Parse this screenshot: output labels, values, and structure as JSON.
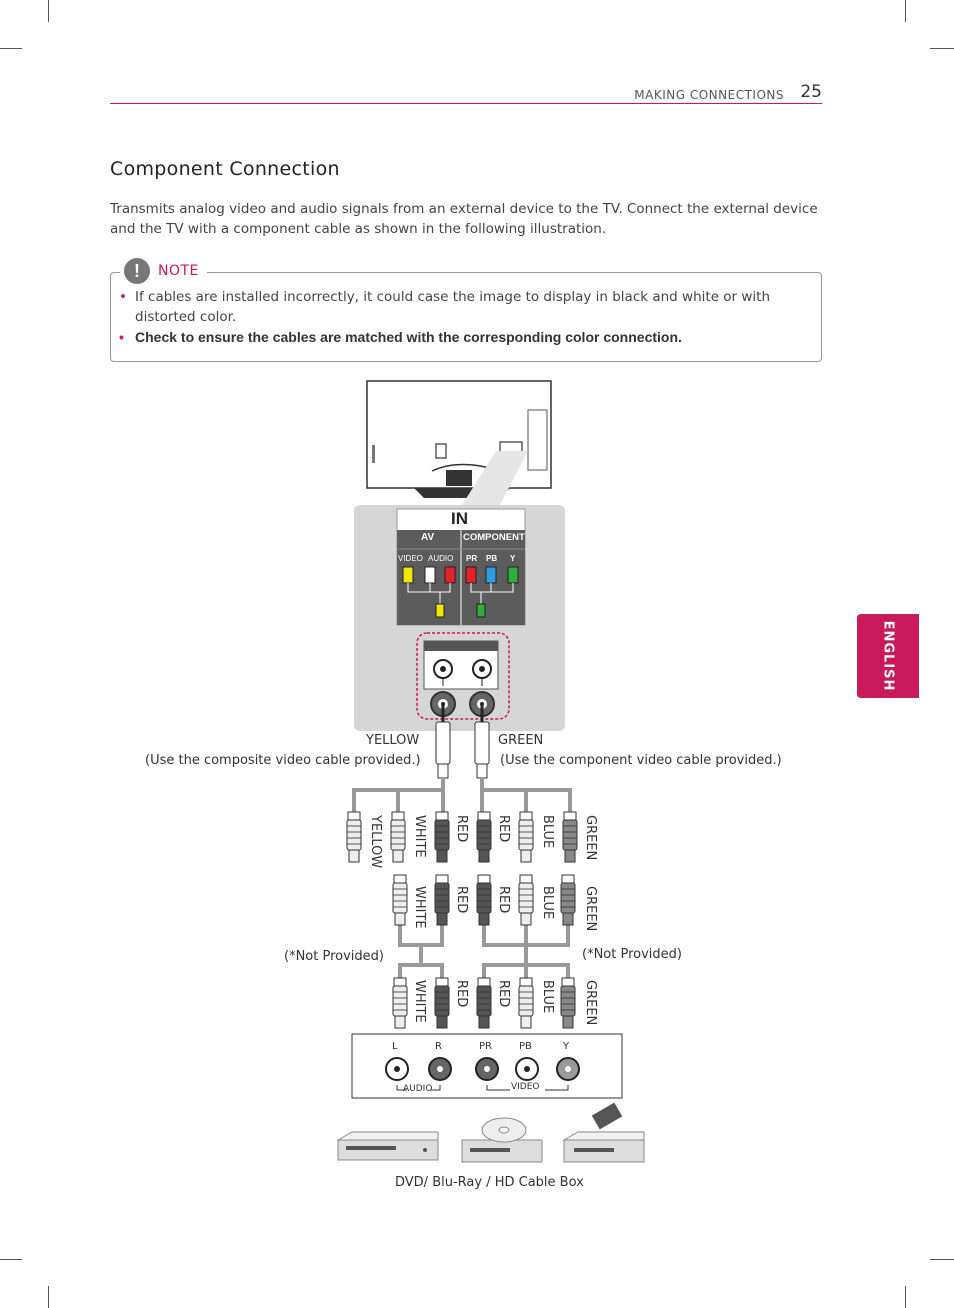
{
  "header": {
    "section": "MAKING CONNECTIONS",
    "page": "25"
  },
  "side_tab": "ENGLISH",
  "title": "Component Connection",
  "intro": "Transmits analog video and audio signals from an external device to the TV. Connect the external device and the TV with a component cable as shown in the following illustration.",
  "note": {
    "label": "NOTE",
    "icon": "exclamation-icon",
    "items": [
      "If cables are installed incorrectly, it could case the image to display in black and white or with distorted color.",
      "Check to ensure the cables are matched with the corresponding color connection."
    ]
  },
  "panel": {
    "in_label": "IN",
    "av_label": "AV",
    "component_label": "COMPONENT",
    "video_label": "VIDEO",
    "audio_label": "AUDIO",
    "pr": "PR",
    "pb": "PB",
    "y": "Y"
  },
  "cables": {
    "yellow": "YELLOW",
    "green": "GREEN",
    "composite_note": "(Use the composite video cable provided.)",
    "component_note": "(Use the component video cable provided.)",
    "not_provided_left": "(*Not Provided)",
    "not_provided_right": "(*Not Provided)"
  },
  "plug_labels": {
    "row1": [
      "YELLOW",
      "WHITE",
      "RED",
      "RED",
      "BLUE",
      "GREEN"
    ],
    "row2": [
      "WHITE",
      "RED",
      "RED",
      "BLUE",
      "GREEN"
    ],
    "row3": [
      "WHITE",
      "RED",
      "RED",
      "BLUE",
      "GREEN"
    ]
  },
  "device_panel": {
    "ports": [
      "L",
      "R",
      "PR",
      "PB",
      "Y"
    ],
    "audio": "AUDIO",
    "video": "VIDEO"
  },
  "devices_caption": "DVD/ Blu-Ray / HD Cable Box",
  "colors": {
    "accent": "#c8195a",
    "yellow": "#f2e600",
    "white": "#ffffff",
    "red": "#e5202a",
    "blue": "#2f9be0",
    "green": "#2fae3c"
  }
}
